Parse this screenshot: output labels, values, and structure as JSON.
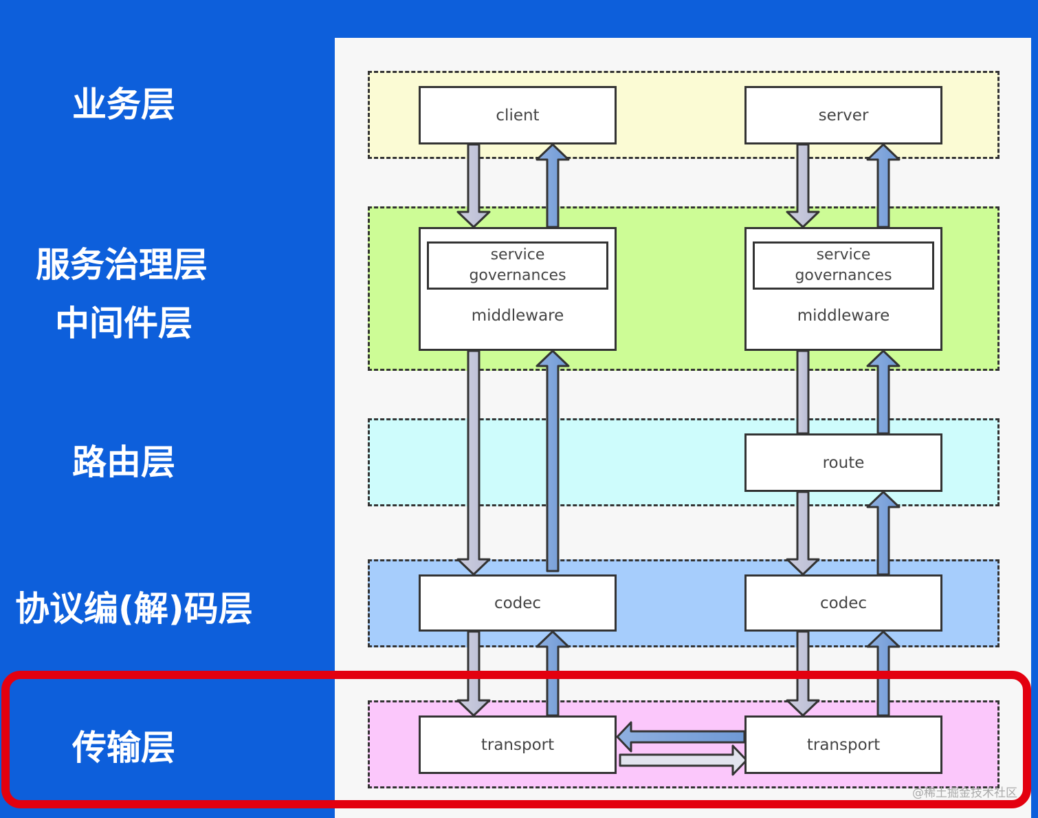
{
  "layers": {
    "business": "业务层",
    "governance_line1": "服务治理层",
    "governance_line2": "中间件层",
    "routing": "路由层",
    "codec": "协议编(解)码层",
    "transport": "传输层"
  },
  "boxes": {
    "client": "client",
    "server": "server",
    "sg_left_line1": "service",
    "sg_left_line2": "governances",
    "sg_right_line1": "service",
    "sg_right_line2": "governances",
    "mw_left": "middleware",
    "mw_right": "middleware",
    "route": "route",
    "codec_left": "codec",
    "codec_right": "codec",
    "transport_left": "transport",
    "transport_right": "transport"
  },
  "colors": {
    "business_band": "#fbfbd4",
    "governance_band": "#cdfc96",
    "routing_band": "#cefcfc",
    "codec_band": "#a6cdfc",
    "transport_band": "#fbc7fb",
    "sidebar": "#0d5fdb",
    "highlight": "#e3000f"
  },
  "watermark": "@稀土掘金技术社区"
}
